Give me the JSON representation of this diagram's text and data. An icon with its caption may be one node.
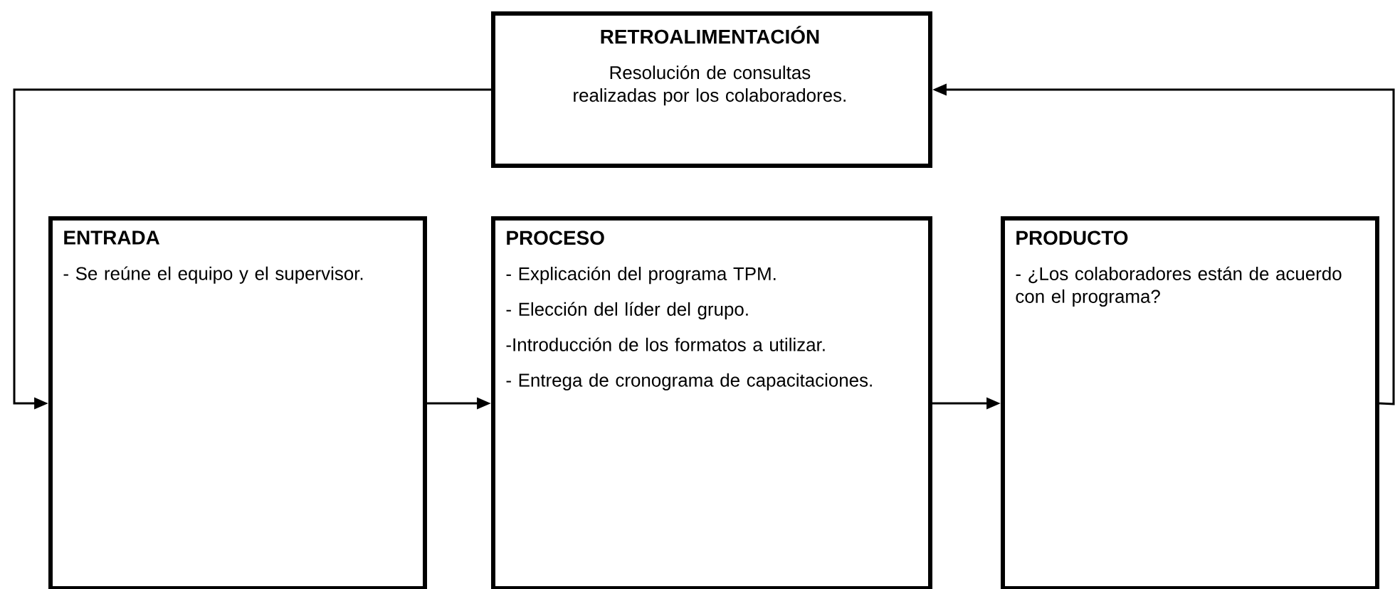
{
  "diagram": {
    "nodes": [
      {
        "text": [
          "RETROALIMENTACIÓN",
          "Resolución de consultas realizadas por los colaboradores."
        ]
      },
      {
        "text": [
          "ENTRADA",
          "- Se reúne el equipo y el supervisor."
        ]
      },
      {
        "text": [
          "PROCESO",
          "- Explicación del programa TPM.",
          "- Elección del líder del grupo.",
          "-Introducción de los formatos a utilizar.",
          "- Entrega de cronograma de capacitaciones."
        ]
      },
      {
        "text": [
          "PRODUCTO",
          "- ¿Los colaboradores están de acuerdo con el programa?"
        ]
      }
    ],
    "edges": [
      {
        "from": 0,
        "to": 1,
        "arrow": "to"
      },
      {
        "from": 1,
        "to": 2,
        "arrow": "to"
      },
      {
        "from": 2,
        "to": 3,
        "arrow": "to"
      },
      {
        "from": 3,
        "to": 0,
        "arrow": "to"
      }
    ]
  }
}
